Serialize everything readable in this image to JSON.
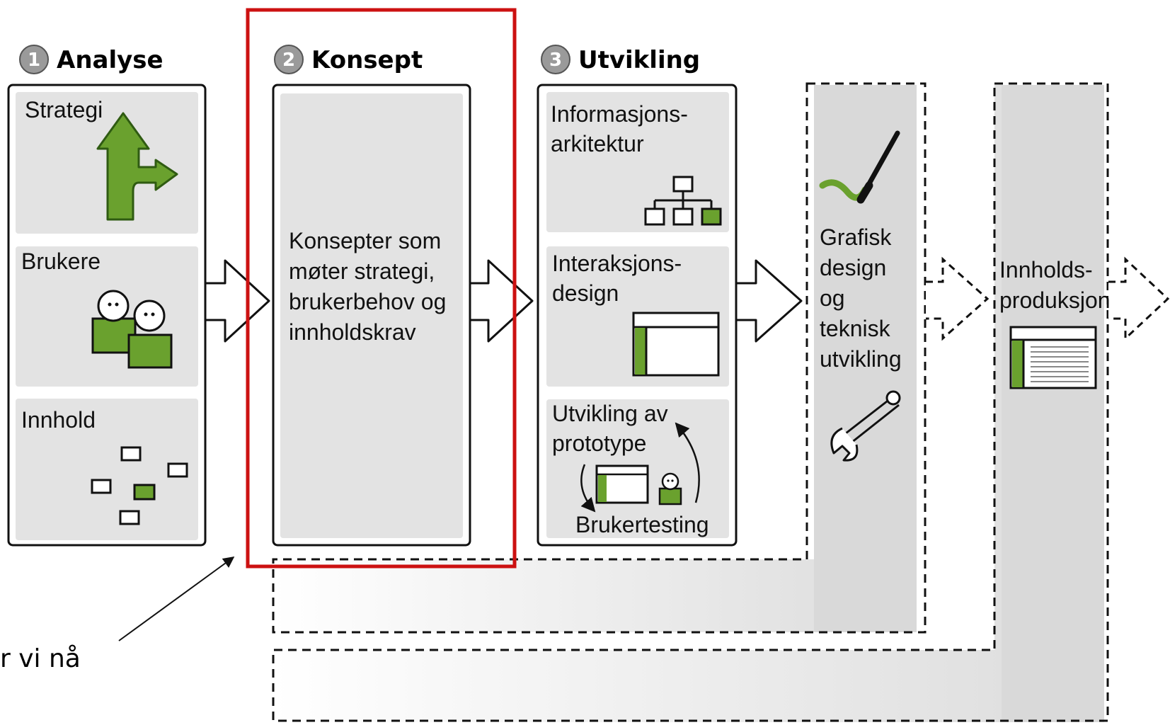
{
  "phases": [
    {
      "number": "1",
      "title": "Analyse"
    },
    {
      "number": "2",
      "title": "Konsept"
    },
    {
      "number": "3",
      "title": "Utvikling"
    }
  ],
  "analyse": {
    "strategi": "Strategi",
    "brukere": "Brukere",
    "innhold": "Innhold"
  },
  "konsept": {
    "lines": [
      "Konsepter som",
      "møter strategi,",
      "brukerbehov og",
      "innholdskrav"
    ]
  },
  "utvikling": {
    "ia": [
      "Informasjons-",
      "arkitektur"
    ],
    "ix": [
      "Interaksjons-",
      "design"
    ],
    "proto": [
      "Utvikling av",
      "prototype"
    ],
    "testing": "Brukertesting"
  },
  "grafisk": [
    "Grafisk",
    "design",
    "og",
    "teknisk",
    "utvikling"
  ],
  "innholdsproduksjon": [
    "Innholds-",
    "produksjon"
  ],
  "pointer_label": "r vi nå",
  "colors": {
    "accent_green": "#6aa12e",
    "dark_green": "#3f7a1e",
    "highlight_red": "#cc1111",
    "panel_gray": "#e3e3e3",
    "badge_gray": "#9a9a9a"
  }
}
